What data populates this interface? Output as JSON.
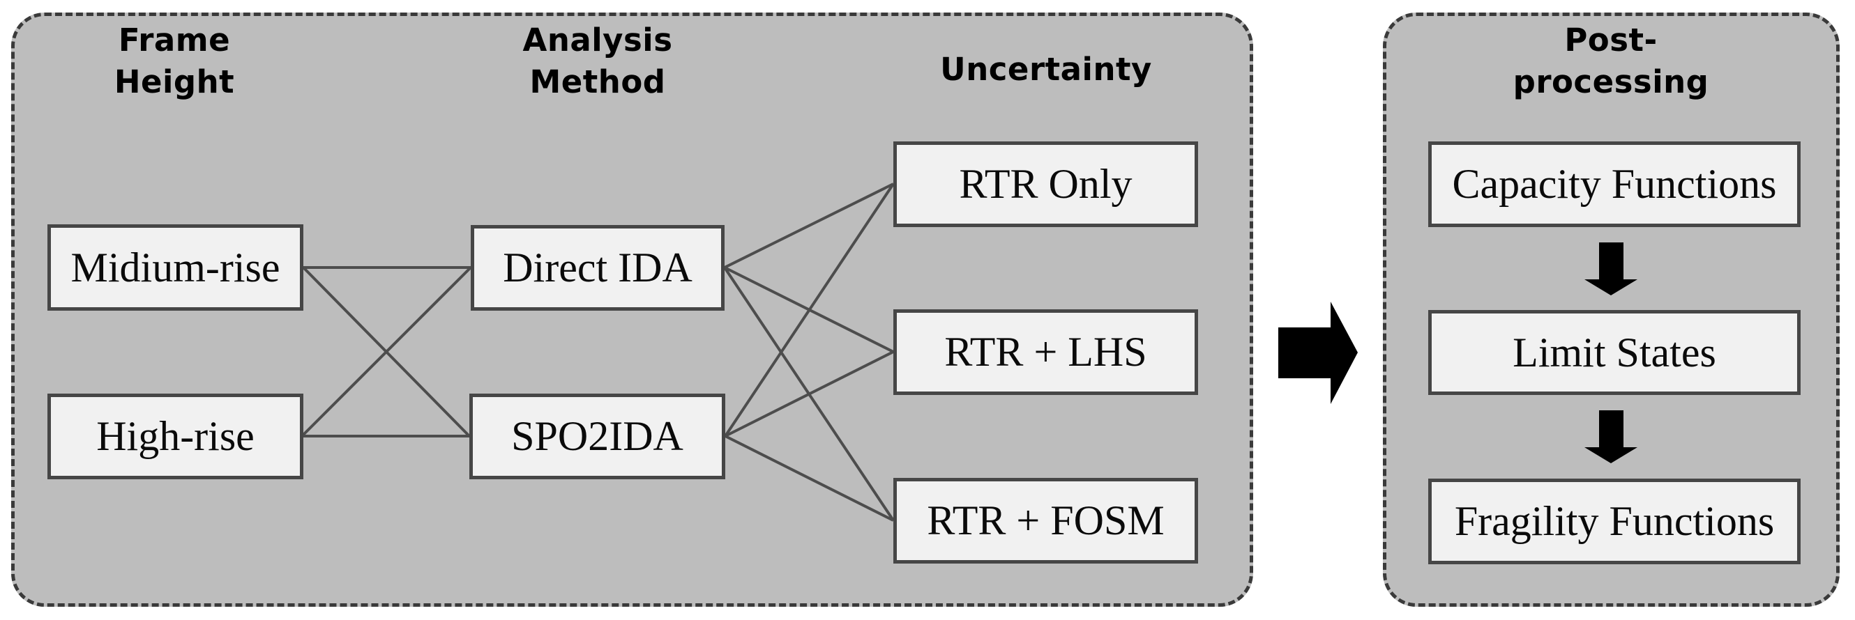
{
  "colors": {
    "panel_fill": "#bdbdbd",
    "panel_border": "#3a3a3a",
    "node_fill": "#f1f1f1",
    "node_border": "#464646",
    "connector": "#4d4d4d",
    "arrow": "#000000",
    "text": "#000000"
  },
  "study_panel": {
    "columns": [
      {
        "header": "Frame\nHeight",
        "boxes": [
          "Midium-rise",
          "High-rise"
        ]
      },
      {
        "header": "Analysis\nMethod",
        "boxes": [
          "Direct IDA",
          "SPO2IDA"
        ]
      },
      {
        "header": "Uncertainty",
        "boxes": [
          "RTR Only",
          "RTR + LHS",
          "RTR + FOSM"
        ]
      }
    ]
  },
  "post_panel": {
    "header": "Post-\nprocessing",
    "boxes": [
      "Capacity Functions",
      "Limit States",
      "Fragility Functions"
    ]
  },
  "icons": {
    "flow_arrow": "right-arrow",
    "step_arrow": "down-arrow"
  }
}
